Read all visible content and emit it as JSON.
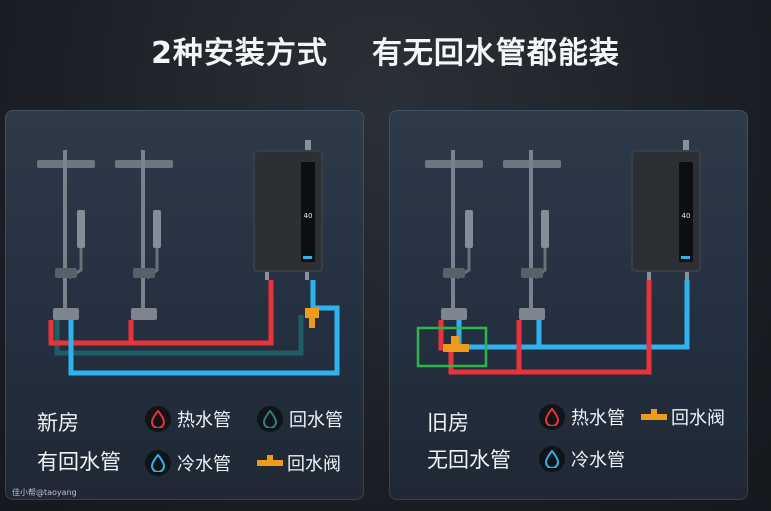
{
  "title": {
    "part1": "2种安装方式",
    "part2": "有无回水管都能装"
  },
  "left_panel": {
    "label_line1": "新房",
    "label_line2": "有回水管",
    "legend": [
      {
        "key": "hot",
        "text": "热水管",
        "icon": "red-drop-icon",
        "color": "#e8333b"
      },
      {
        "key": "return",
        "text": "回水管",
        "icon": "teal-drop-icon",
        "color": "#1f5e66"
      },
      {
        "key": "cold",
        "text": "冷水管",
        "icon": "blue-drop-icon",
        "color": "#2fb3ef"
      },
      {
        "key": "valve",
        "text": "回水阀",
        "icon": "orange-valve-icon",
        "color": "#f09a1a"
      }
    ],
    "heater_display": "40"
  },
  "right_panel": {
    "label_line1": "旧房",
    "label_line2": "无回水管",
    "legend": [
      {
        "key": "hot",
        "text": "热水管",
        "icon": "red-drop-icon",
        "color": "#e8333b"
      },
      {
        "key": "valve",
        "text": "回水阀",
        "icon": "orange-valve-icon",
        "color": "#f09a1a"
      },
      {
        "key": "cold",
        "text": "冷水管",
        "icon": "blue-drop-icon",
        "color": "#2fb3ef"
      }
    ],
    "heater_display": "40",
    "highlight_color": "#2fb54a"
  },
  "watermark": "佳小帮@taoyang"
}
